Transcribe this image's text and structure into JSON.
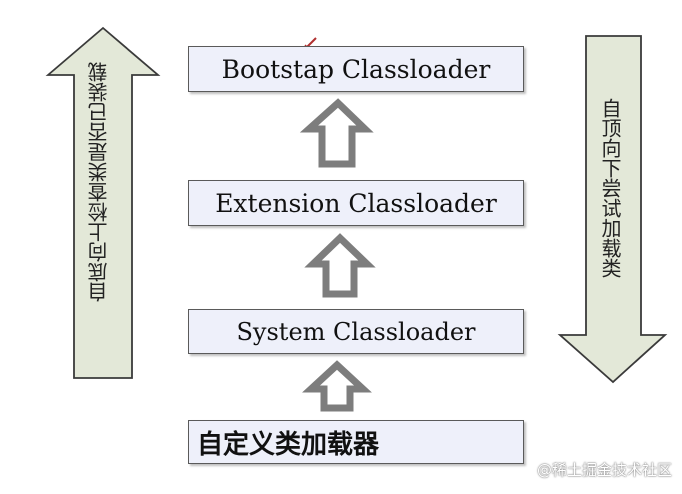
{
  "diagram": {
    "boxes": {
      "bootstrap": "Bootstap Classloader",
      "extension": "Extension Classloader",
      "system": "System Classloader",
      "custom": "自定义类加载器"
    },
    "left_arrow_label": "自底向上检查类是否已装载",
    "right_arrow_label": "自顶向下尝试加载类"
  },
  "watermark": "@稀土掘金技术社区",
  "colors": {
    "box_fill": "#eef0fa",
    "side_arrow_fill": "#e3e8d8",
    "up_arrow_stroke": "#7d7d7d"
  },
  "icons": {
    "left": "up-arrow-icon",
    "right": "down-arrow-icon",
    "connectors": "hollow-up-arrow-icon"
  }
}
